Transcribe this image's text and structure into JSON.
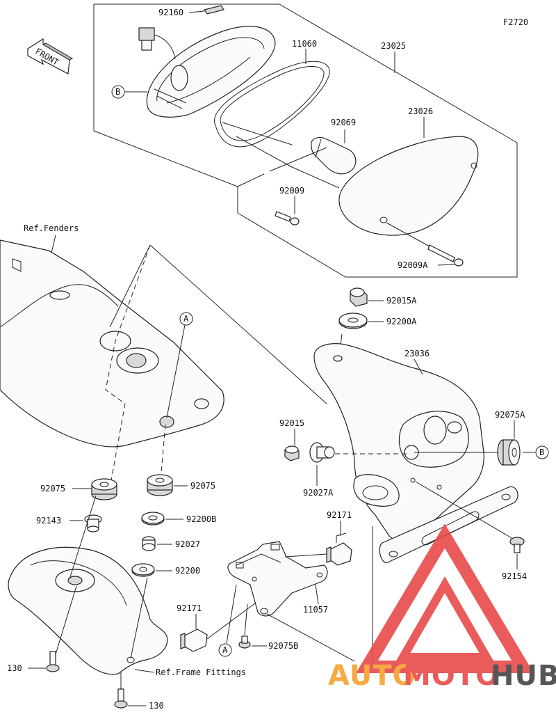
{
  "figure_code": "F2720",
  "front_label": "FRONT",
  "callouts": {
    "p92160": "92160",
    "p11060": "11060",
    "p23025": "23025",
    "p23026": "23026",
    "p92069": "92069",
    "p92009": "92009",
    "p92009A": "92009A",
    "p92015A": "92015A",
    "p92200A": "92200A",
    "p23036": "23036",
    "p92015": "92015",
    "p92075A": "92075A",
    "p92027A": "92027A",
    "p92075_l": "92075",
    "p92075_r": "92075",
    "p92143": "92143",
    "p92200B": "92200B",
    "p92027": "92027",
    "p92200": "92200",
    "p92171_top": "92171",
    "p92171_bot": "92171",
    "p11057": "11057",
    "p92154": "92154",
    "p92075B": "92075B",
    "p130_top": "130",
    "p130_bot": "130"
  },
  "refs": {
    "fenders": "Ref.Fenders",
    "frame_fittings": "Ref.Frame Fittings"
  },
  "markers": {
    "A": "A",
    "B": "B"
  },
  "watermark": {
    "text_auto": "AUTO",
    "text_moto": "MOTO",
    "text_hub": "HUB",
    "color_orange": "#f4a12e",
    "color_red": "#e84a4a",
    "color_dark": "#444444"
  }
}
